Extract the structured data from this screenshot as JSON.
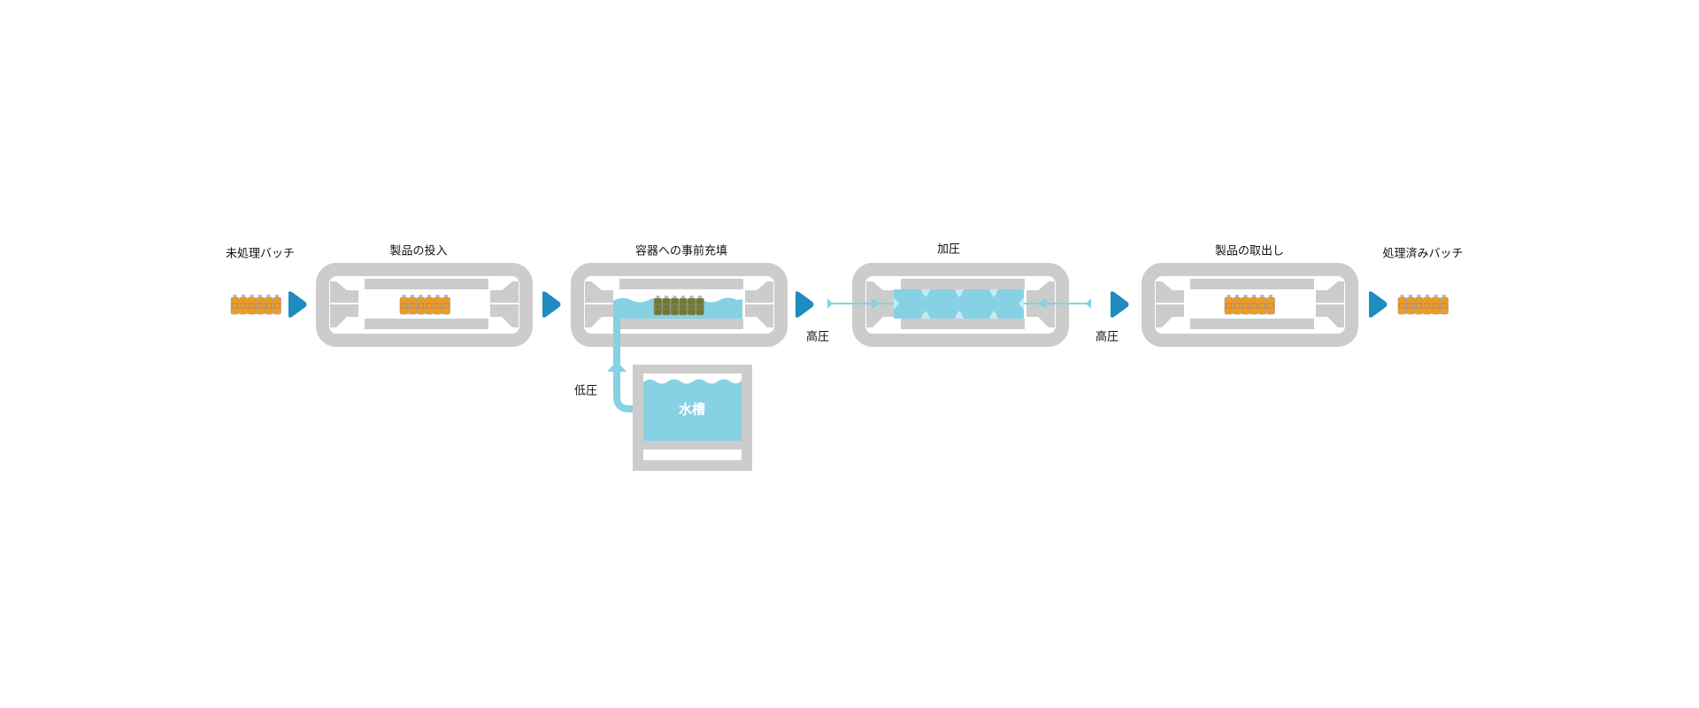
{
  "stages": [
    {
      "label": "製品の投入"
    },
    {
      "label": "容器への事前充填"
    },
    {
      "label": "加圧"
    },
    {
      "label": "製品の取出し"
    }
  ],
  "batches": {
    "input_label": "未処理バッチ",
    "output_label": "処理済みバッチ"
  },
  "pressure": {
    "low": "低圧",
    "high_left": "高圧",
    "high_right": "高圧"
  },
  "tank": {
    "label": "水槽"
  },
  "colors": {
    "vessel": "#cccccc",
    "water": "#86d1e4",
    "arrow": "#1e8cc0",
    "bottle_raw": "#f29a1f",
    "bottle_filled": "#6f7a2e"
  }
}
